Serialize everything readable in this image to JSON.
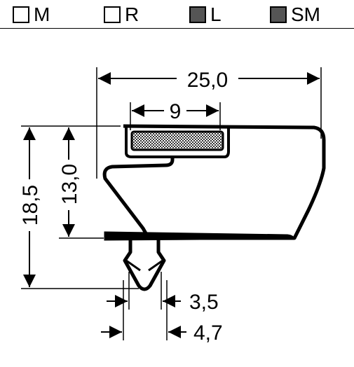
{
  "legend": {
    "items": [
      {
        "label": "M",
        "filled": false
      },
      {
        "label": "R",
        "filled": false
      },
      {
        "label": "L",
        "filled": true
      },
      {
        "label": "SM",
        "filled": true
      }
    ]
  },
  "dimensions": {
    "overall_width": "25,0",
    "magnet_width": "9",
    "overall_height": "18,5",
    "profile_height": "13,0",
    "dart_inner": "3,5",
    "dart_outer": "4,7"
  },
  "colors": {
    "line": "#000000",
    "filled_swatch": "#555555",
    "magnet_fill": "#777777"
  }
}
